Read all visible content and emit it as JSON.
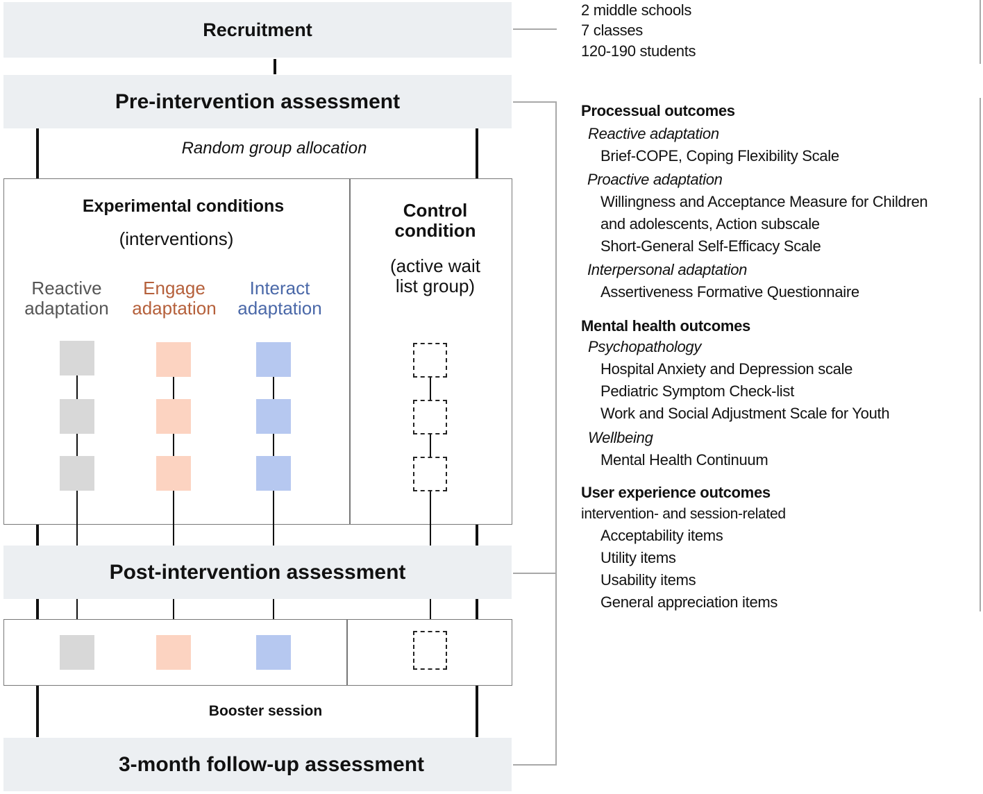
{
  "stages": {
    "recruitment": "Recruitment",
    "pre": "Pre-intervention assessment",
    "random": "Random group allocation",
    "post": "Post-intervention assessment",
    "booster": "Booster session",
    "followup": "3-month follow-up assessment"
  },
  "experimental": {
    "title": "Experimental conditions",
    "subtitle": "(interventions)",
    "arms": [
      {
        "line1": "Reactive",
        "line2": "adaptation",
        "color": "#555555",
        "fill": "#d8d8d8"
      },
      {
        "line1": "Engage",
        "line2": "adaptation",
        "color": "#b5603b",
        "fill": "#fcd3c1"
      },
      {
        "line1": "Interact",
        "line2": "adaptation",
        "color": "#4a68a8",
        "fill": "#b6c8f0"
      }
    ],
    "sessions_per_arm": 3
  },
  "control": {
    "title_line1": "Control",
    "title_line2": "condition",
    "sub_line1": "(active wait",
    "sub_line2": "list group)"
  },
  "recruitment_info": [
    "2 middle schools",
    "7 classes",
    "120-190 students"
  ],
  "outcomes": {
    "processual": {
      "heading": "Processual outcomes",
      "groups": [
        {
          "label": "Reactive adaptation",
          "items": [
            "Brief-COPE, Coping Flexibility Scale"
          ]
        },
        {
          "label": "Proactive adaptation",
          "items": [
            "Willingness and Acceptance Measure for Children",
            "and adolescents, Action subscale",
            "Short-General Self-Efficacy Scale"
          ]
        },
        {
          "label": "Interpersonal adaptation",
          "items": [
            "Assertiveness Formative Questionnaire"
          ]
        }
      ]
    },
    "mental": {
      "heading": "Mental health outcomes",
      "groups": [
        {
          "label": "Psychopathology",
          "items": [
            "Hospital Anxiety and Depression scale",
            "Pediatric Symptom Check-list",
            "Work and Social Adjustment Scale for Youth"
          ]
        },
        {
          "label": "Wellbeing",
          "items": [
            "Mental Health Continuum"
          ]
        }
      ]
    },
    "ux": {
      "heading": "User experience outcomes",
      "subheading": "intervention- and session-related",
      "items": [
        "Acceptability items",
        "Utility items",
        "Usability items",
        "General appreciation items"
      ]
    }
  }
}
